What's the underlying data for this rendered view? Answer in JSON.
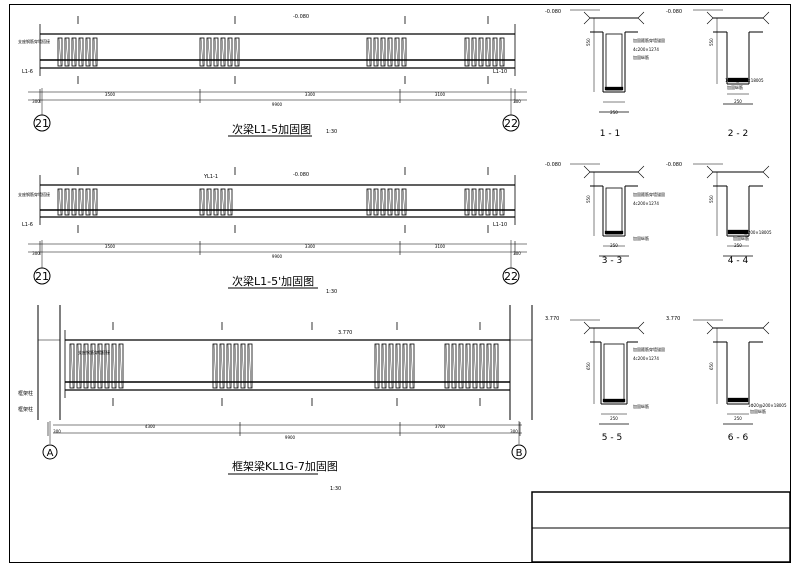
{
  "drawings": [
    {
      "title": "次梁L1-5加固图",
      "scale": "1:30",
      "axis_left": "21",
      "axis_right": "22",
      "level": "-0.080",
      "left_tag": "L1-6",
      "right_tag": "L1-10",
      "side_note": "支座钢筋穿墙搭接",
      "overall_dim": "9900",
      "end_dim": "300",
      "span_dims": [
        "3500",
        "3300",
        "3100"
      ]
    },
    {
      "title": "次梁L1-5'加固图",
      "scale": "1:30",
      "axis_left": "21",
      "axis_right": "22",
      "level": "-0.080",
      "left_tag": "L1-6",
      "right_tag": "L1-10",
      "mid_tag": "YL1-1",
      "side_note": "支座钢筋穿墙搭接",
      "overall_dim": "9900",
      "end_dim": "300",
      "span_dims": [
        "3500",
        "3300",
        "3100"
      ]
    },
    {
      "title": "框架梁KL1G-7加固图",
      "scale": "1:30",
      "axis_left": "A",
      "axis_right": "B",
      "level": "3.770",
      "left_tags": [
        "框架柱",
        "框架柱"
      ],
      "side_note": "支座钢筋穿墙搭接",
      "overall_dim": "9900",
      "end_dim": "300",
      "span_dims": [
        "4300",
        "3700"
      ]
    }
  ],
  "sections": [
    {
      "label": "1 - 1",
      "level": "-0.080",
      "notes": [
        "加固箍筋穿墙锚固",
        "4c200×1274",
        "加固纵筋"
      ],
      "width_dim": "250",
      "height_dim": "550"
    },
    {
      "label": "2 - 2",
      "level": "-0.080",
      "notes": [
        "1Φ20@200×18005",
        "加固纵筋"
      ],
      "width_dim": "250",
      "height_dim": "550"
    },
    {
      "label": "3 - 3",
      "level": "-0.080",
      "notes": [
        "加固箍筋穿墙锚固",
        "4c200×1274",
        "加固纵筋"
      ],
      "width_dim": "250",
      "height_dim": "550"
    },
    {
      "label": "4 - 4",
      "level": "-0.080",
      "notes": [
        "1Φ20@200×18005",
        "加固纵筋"
      ],
      "width_dim": "250",
      "height_dim": "550"
    },
    {
      "label": "5 - 5",
      "level": "3.770",
      "notes": [
        "加固箍筋穿墙锚固",
        "4c200×1274",
        "加固纵筋"
      ],
      "width_dim": "250",
      "height_dim": "650"
    },
    {
      "label": "6 - 6",
      "level": "3.770",
      "notes": [
        "1Φ20@200×18005",
        "加固纵筋"
      ],
      "width_dim": "250",
      "height_dim": "650"
    }
  ],
  "title_block": {}
}
